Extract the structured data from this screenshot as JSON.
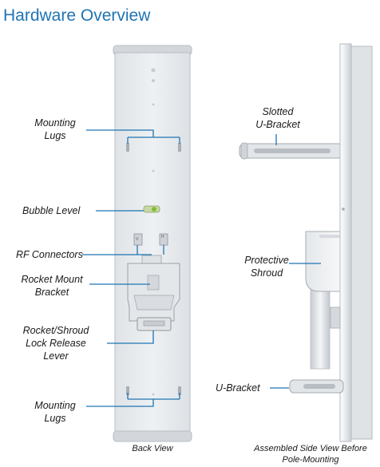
{
  "page": {
    "title": "Hardware Overview"
  },
  "labels": {
    "mounting_lugs_top": [
      "Mounting",
      "Lugs"
    ],
    "bubble_level": "Bubble Level",
    "rf_connectors": "RF Connectors",
    "rocket_mount_bracket": [
      "Rocket Mount",
      "Bracket"
    ],
    "lock_release_lever": [
      "Rocket/Shroud",
      "Lock Release",
      "Lever"
    ],
    "mounting_lugs_bottom": [
      "Mounting",
      "Lugs"
    ],
    "slotted_u_bracket": [
      "Slotted",
      "U-Bracket"
    ],
    "protective_shroud": [
      "Protective",
      "Shroud"
    ],
    "u_bracket": "U-Bracket"
  },
  "captions": {
    "back_view": "Back View",
    "side_view": [
      "Assembled Side View Before",
      "Pole-Mounting"
    ]
  },
  "colors": {
    "title": "#1f74b5",
    "leader_line": "#1f74b5",
    "panel_face": "#e9ecef",
    "panel_edge": "#b9bec4",
    "bubble_level": "#7fbf2f"
  }
}
